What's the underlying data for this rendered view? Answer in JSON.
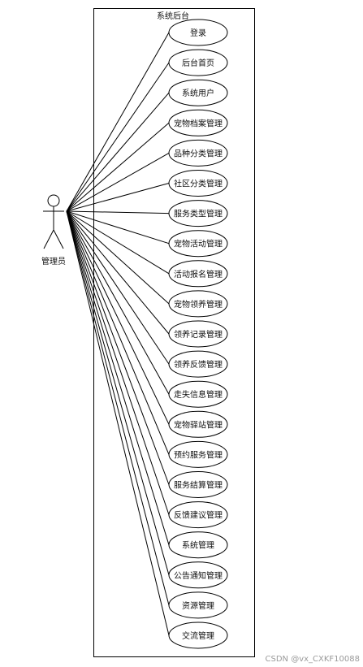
{
  "system": {
    "title": "系统后台"
  },
  "actor": {
    "label": "管理员"
  },
  "use_cases": [
    {
      "label": "登录"
    },
    {
      "label": "后台首页"
    },
    {
      "label": "系统用户"
    },
    {
      "label": "宠物档案管理"
    },
    {
      "label": "品种分类管理"
    },
    {
      "label": "社区分类管理"
    },
    {
      "label": "服务类型管理"
    },
    {
      "label": "宠物活动管理"
    },
    {
      "label": "活动报名管理"
    },
    {
      "label": "宠物领养管理"
    },
    {
      "label": "领养记录管理"
    },
    {
      "label": "领养反馈管理"
    },
    {
      "label": "走失信息管理"
    },
    {
      "label": "宠物驿站管理"
    },
    {
      "label": "预约服务管理"
    },
    {
      "label": "服务结算管理"
    },
    {
      "label": "反馈建议管理"
    },
    {
      "label": "系统管理"
    },
    {
      "label": "公告通知管理"
    },
    {
      "label": "资源管理"
    },
    {
      "label": "交流管理"
    }
  ],
  "watermark": "CSDN @vx_CXKF10088",
  "colors": {
    "line": "#000000",
    "background": "#ffffff",
    "watermark": "#9a9a9a"
  }
}
